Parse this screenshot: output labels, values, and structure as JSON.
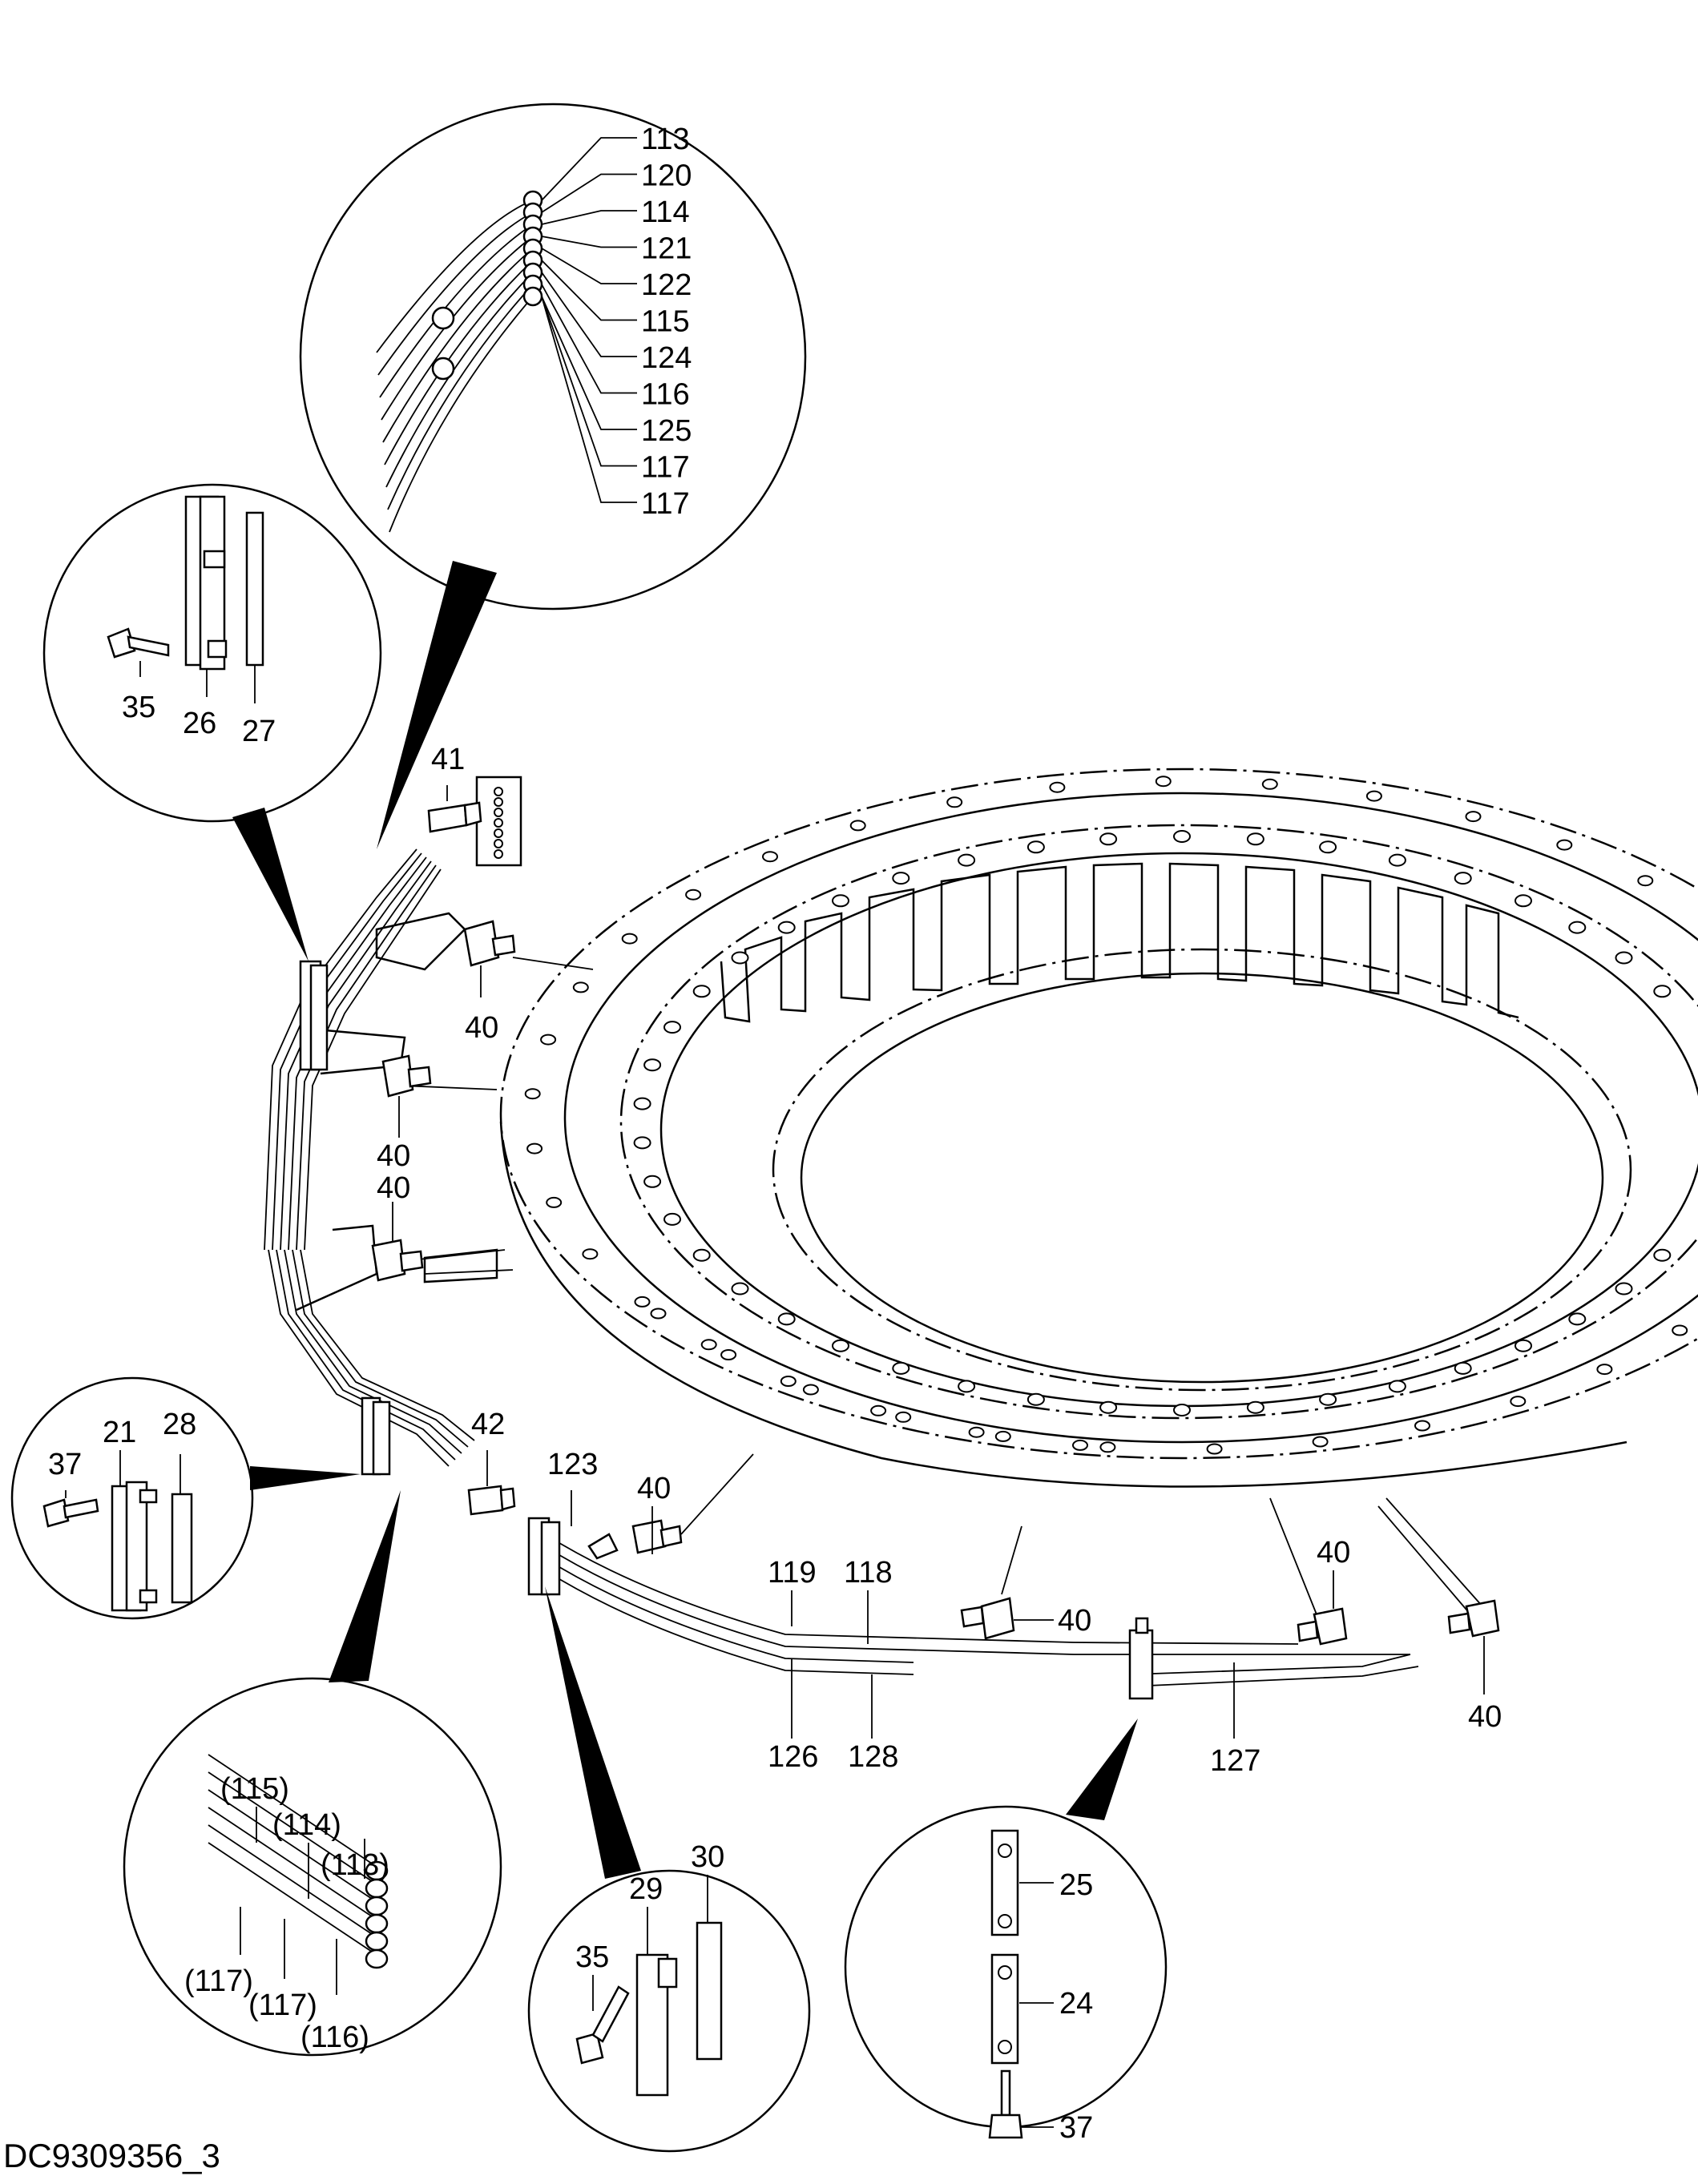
{
  "drawing_id": "DC9309356_3",
  "callouts": {
    "wire_ids": [
      "113",
      "120",
      "114",
      "121",
      "122",
      "115",
      "124",
      "116",
      "125",
      "117",
      "117"
    ],
    "bracket_detail": [
      "35",
      "26",
      "27"
    ],
    "left_clamp_detail": [
      "37",
      "21",
      "28"
    ],
    "harness_end_detail": [
      "(115)",
      "(114)",
      "(113)",
      "(117)",
      "(117)",
      "(116)"
    ],
    "middle_clamp_detail": [
      "35",
      "29",
      "30"
    ],
    "right_clamp_detail": [
      "25",
      "24",
      "37"
    ],
    "main": {
      "fitting_41": "41",
      "fitting_42": "42",
      "clamp_123": "123",
      "hose_119": "119",
      "hose_118": "118",
      "hose_126": "126",
      "hose_128": "128",
      "hose_127": "127",
      "elbow": "40"
    }
  },
  "icons": {
    "bolt": "bolt-icon",
    "elbow_fitting": "elbow-fitting-icon",
    "clamp": "clamp-icon"
  },
  "colors": {
    "ink": "#000000",
    "paper": "#ffffff"
  }
}
